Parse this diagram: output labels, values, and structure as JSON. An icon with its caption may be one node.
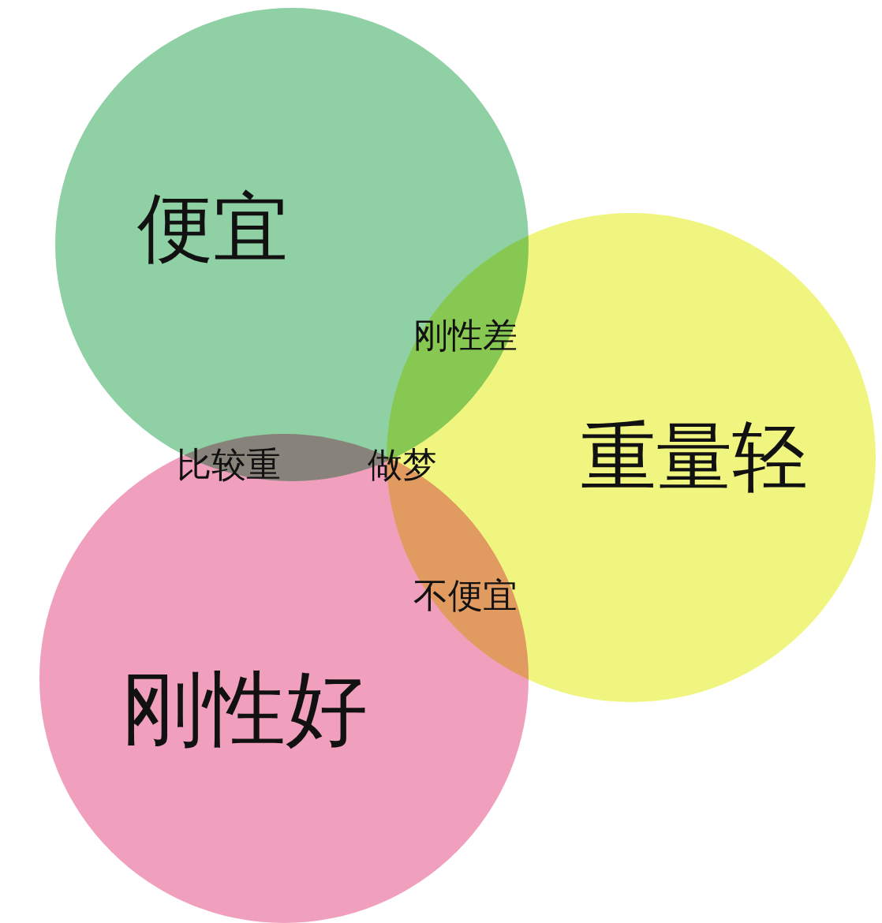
{
  "diagram": {
    "nodes": [
      {
        "text": [
          "便宜"
        ]
      },
      {
        "text": [
          "重量轻"
        ]
      },
      {
        "text": [
          "刚性好"
        ]
      }
    ],
    "labels": [
      "刚性差",
      "比较重",
      "做梦",
      "不便宜"
    ]
  }
}
